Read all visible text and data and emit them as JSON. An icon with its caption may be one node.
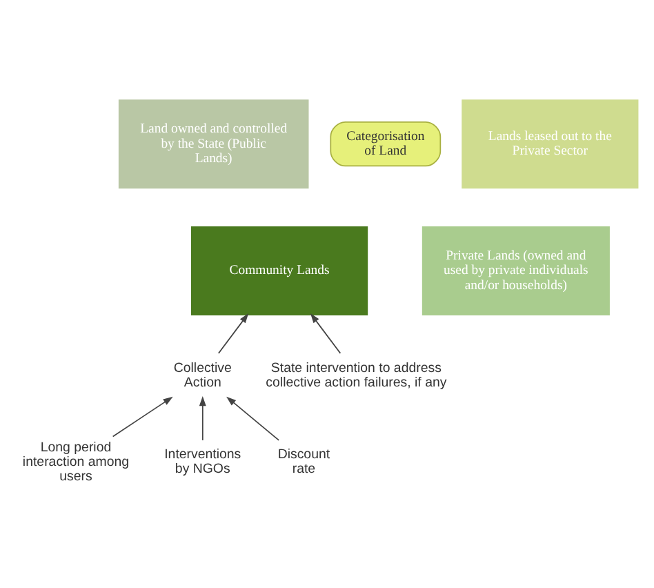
{
  "diagram": {
    "nodes": [
      {
        "text": [
          "Land owned and controlled by the State (Public Lands)"
        ]
      },
      {
        "text": [
          "Lands leased out to the Private Sector"
        ]
      },
      {
        "text": [
          "Categorisation of Land"
        ]
      },
      {
        "text": [
          "Community Lands"
        ]
      },
      {
        "text": [
          "Private Lands (owned and used by private individuals and/or households)"
        ]
      },
      {
        "text": [
          "Collective Action"
        ]
      },
      {
        "text": [
          "State intervention to address collective action failures, if any"
        ]
      },
      {
        "text": [
          "Long period interaction among users"
        ]
      },
      {
        "text": [
          "Interventions by NGOs"
        ]
      },
      {
        "text": [
          "Discount rate"
        ]
      }
    ],
    "edges": [
      {
        "from": 5,
        "to": 3,
        "arrow": "to"
      },
      {
        "from": 6,
        "to": 3,
        "arrow": "to"
      },
      {
        "from": 7,
        "to": 5,
        "arrow": "to"
      },
      {
        "from": 8,
        "to": 5,
        "arrow": "to"
      },
      {
        "from": 9,
        "to": 5,
        "arrow": "to"
      }
    ]
  }
}
